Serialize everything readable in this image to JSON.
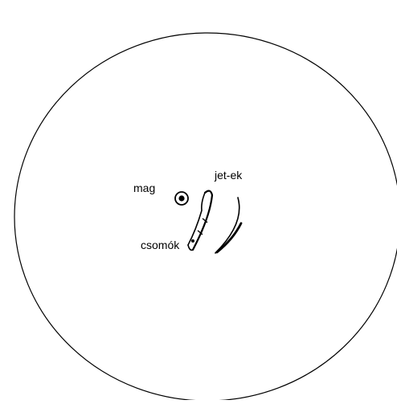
{
  "labels": {
    "nucleus": "mag",
    "jets": "jet-ek",
    "knots": "csomók"
  },
  "colors": {
    "ink": "#000000",
    "background": "#ffffff"
  }
}
